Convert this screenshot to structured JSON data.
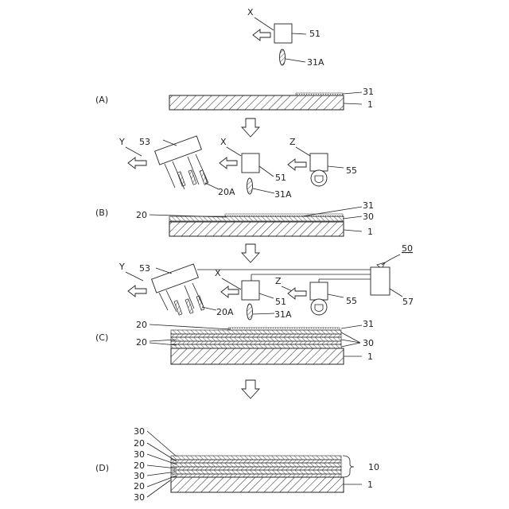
{
  "labels": {
    "X": "X",
    "Y": "Y",
    "Z": "Z",
    "r51": "51",
    "r31A": "31A",
    "r31": "31",
    "r1": "1",
    "r53": "53",
    "r55": "55",
    "r20A": "20A",
    "r20": "20",
    "r30": "30",
    "r50": "50",
    "r57": "57",
    "r10": "10"
  },
  "panels": {
    "A": "(A)",
    "B": "(B)",
    "C": "(C)",
    "D": "(D)"
  },
  "colors": {
    "ink": "#222222",
    "paper": "#ffffff"
  }
}
